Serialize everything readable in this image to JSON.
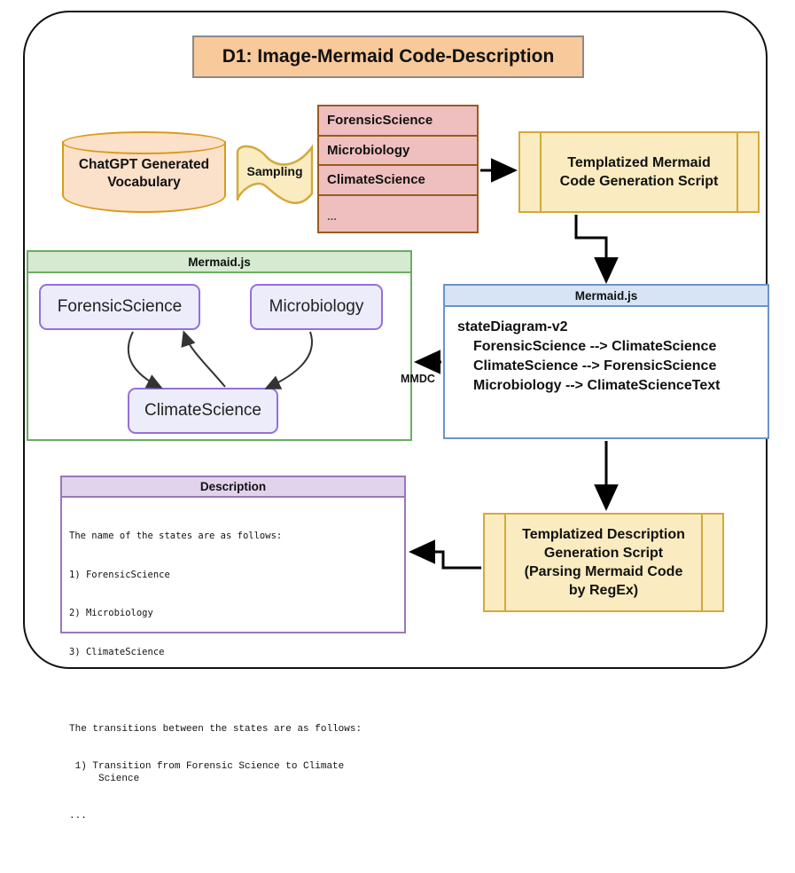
{
  "title": "D1: Image-Mermaid Code-Description",
  "vocabulary_source": {
    "label_line1": "ChatGPT Generated",
    "label_line2": "Vocabulary"
  },
  "sampling": {
    "label": "Sampling"
  },
  "vocabulary_table": {
    "rows": [
      "ForensicScience",
      "Microbiology",
      "ClimateScience",
      "..."
    ]
  },
  "mermaid_script": {
    "line1": "Templatized Mermaid",
    "line2": "Code Generation Script"
  },
  "description_script": {
    "line1": "Templatized Description",
    "line2": "Generation Script",
    "line3": "(Parsing Mermaid Code",
    "line4": "by RegEx)"
  },
  "code_panel": {
    "header": "Mermaid.js",
    "line1": "stateDiagram-v2",
    "line2": "ForensicScience --> ClimateScience",
    "line3": "ClimateScience --> ForensicScience",
    "line4": "Microbiology --> ClimateScienceText"
  },
  "render_panel": {
    "header": "Mermaid.js",
    "nodes": [
      "ForensicScience",
      "Microbiology",
      "ClimateScience"
    ]
  },
  "edge_labels": {
    "mmdc": "MMDC"
  },
  "description_panel": {
    "header": "Description",
    "states_intro": "The name of the states are as follows:",
    "state_1": "1) ForensicScience",
    "state_2": "2) Microbiology",
    "state_3": "3) ClimateScience",
    "transitions_intro": "The transitions between the states are as follows:",
    "transition_1": " 1) Transition from Forensic Science to Climate\n     Science",
    "transitions_more": "..."
  },
  "colors": {
    "title_fill": "#F8C99A",
    "cylinder_fill": "#FBE0CA",
    "cylinder_stroke": "#D99A16",
    "vocab_fill": "#EFBFBF",
    "vocab_stroke": "#9C5A1E",
    "script_fill": "#FAECC0",
    "script_stroke": "#D4A93C",
    "render_stroke": "#6AAE5F",
    "code_stroke": "#6C93C8",
    "desc_stroke": "#9B76B8",
    "node_fill": "#ECECFB",
    "node_stroke": "#9370DB"
  }
}
